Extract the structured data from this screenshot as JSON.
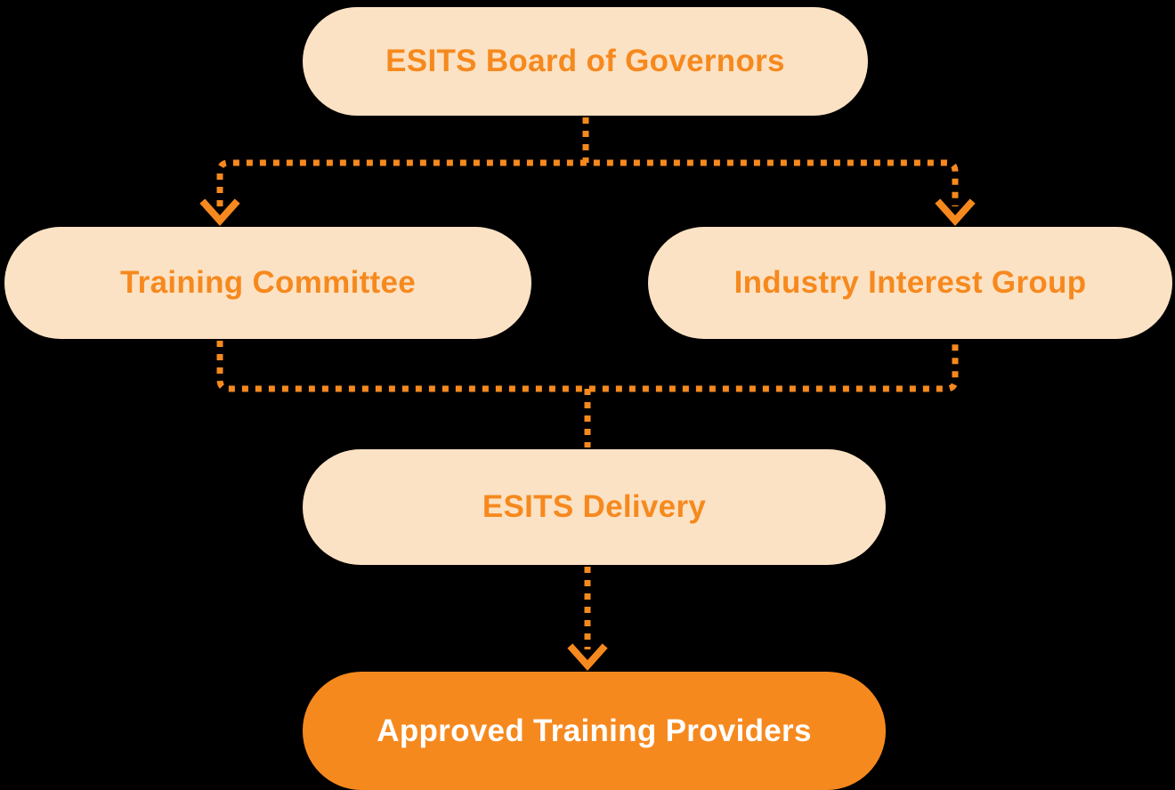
{
  "diagram": {
    "type": "org-flowchart",
    "background_color": "#000000",
    "accent_color": "#F6891E",
    "node_fill_color": "#FCE2C4",
    "highlight_fill_color": "#F6891E",
    "highlight_text_color": "#FFFFFF",
    "connector_style": "dotted",
    "nodes": [
      {
        "id": "board-of-governors",
        "label": "ESITS Board of Governors",
        "row": 1,
        "style": "light"
      },
      {
        "id": "training-committee",
        "label": "Training Committee",
        "row": 2,
        "style": "light"
      },
      {
        "id": "industry-interest-group",
        "label": "Industry Interest Group",
        "row": 2,
        "style": "light"
      },
      {
        "id": "esits-delivery",
        "label": "ESITS Delivery",
        "row": 3,
        "style": "light"
      },
      {
        "id": "approved-training-providers",
        "label": "Approved Training Providers",
        "row": 4,
        "style": "highlight"
      }
    ],
    "edges": [
      {
        "from": "board-of-governors",
        "to": "training-committee",
        "style": "dotted-arrow"
      },
      {
        "from": "board-of-governors",
        "to": "industry-interest-group",
        "style": "dotted-arrow"
      },
      {
        "from": "training-committee",
        "to": "esits-delivery",
        "style": "dotted"
      },
      {
        "from": "industry-interest-group",
        "to": "esits-delivery",
        "style": "dotted"
      },
      {
        "from": "esits-delivery",
        "to": "approved-training-providers",
        "style": "dotted-arrow"
      }
    ]
  }
}
